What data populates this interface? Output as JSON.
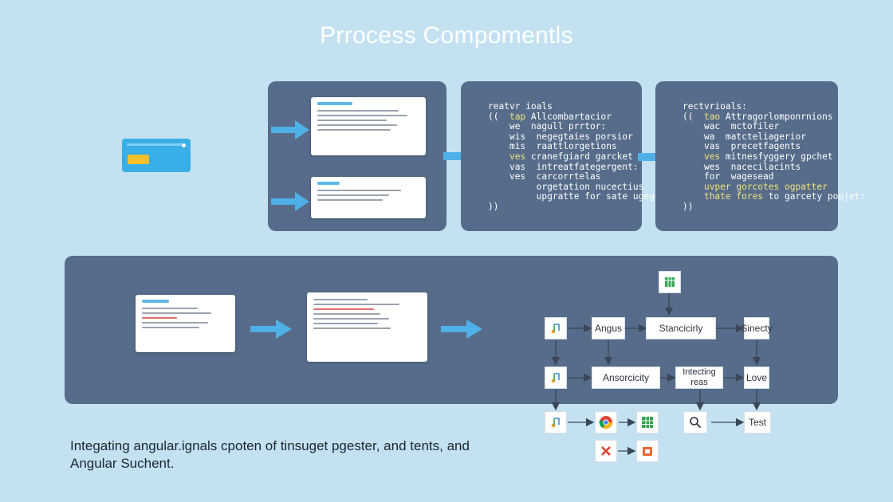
{
  "title": "Prrocess Compomentls",
  "code_panel_1": {
    "lines": [
      {
        "text": "reatvr ioals"
      },
      {
        "prefix": "((  ",
        "kw": "tap",
        "rest": " Allcombartacior"
      },
      {
        "prefix": "    ",
        "kw": "",
        "rest": "we  nagull prrtor:"
      },
      {
        "prefix": "    ",
        "kw": "",
        "rest": "wis  negegtaies porsior"
      },
      {
        "prefix": "    ",
        "kw": "",
        "rest": "mis  raattlorgetions"
      },
      {
        "prefix": "    ",
        "kw": "ves",
        "rest": " cranefgiard garcket"
      },
      {
        "prefix": "    ",
        "kw": "",
        "rest": "vas  intreatfategergent:"
      },
      {
        "prefix": "    ",
        "kw": "",
        "rest": "ves  carcorrtelas"
      },
      {
        "prefix": "         ",
        "kw": "",
        "rest": "orgetation nucectius"
      },
      {
        "prefix": "         ",
        "kw": "",
        "rest": "upgratte for sate ugegetes"
      },
      {
        "prefix": "))",
        "kw": "",
        "rest": ""
      }
    ]
  },
  "code_panel_2": {
    "lines": [
      {
        "text": "rectvrioals:"
      },
      {
        "prefix": "((  ",
        "kw": "tao",
        "rest": " Attragorlomponrnions"
      },
      {
        "prefix": "    ",
        "kw": "",
        "rest": "wac  mctofiler"
      },
      {
        "prefix": "    ",
        "kw": "",
        "rest": "wa  matcteliagerior"
      },
      {
        "prefix": "    ",
        "kw": "",
        "rest": "vas  precetfagents"
      },
      {
        "prefix": "    ",
        "kw": "ves",
        "rest": " mitnesfyggery gpchet"
      },
      {
        "prefix": "    ",
        "kw": "",
        "rest": "wes  nacecilacints"
      },
      {
        "prefix": "    ",
        "kw": "",
        "rest": "for  wagesead"
      },
      {
        "prefix": "    ",
        "kw": "uvper gorcotes ogpatter",
        "rest": ""
      },
      {
        "prefix": "    ",
        "kw": "thate fores",
        "rest": " to garcety popjet:"
      },
      {
        "prefix": "))",
        "kw": "",
        "rest": ""
      }
    ]
  },
  "flow": {
    "nodes": {
      "angus": "Angus",
      "stancicity": "Stancicirly",
      "sinecty": "Sinecty",
      "ansorcity": "Ansorcicity",
      "intecting": "Intecting\nreas",
      "love": "Love",
      "test": "Test"
    },
    "icons": [
      "cube-icon",
      "music-note-icon",
      "music-note-icon",
      "music-note-icon",
      "chrome-icon",
      "grid-icon",
      "search-icon",
      "close-icon",
      "package-icon"
    ]
  },
  "caption": {
    "line1": "Integating angular.ignals cpoten of tinsuget pgester, and tents, and",
    "line2": "Angular Suchent."
  },
  "colors": {
    "background": "#c3e1f1",
    "panel": "#566c8a",
    "accent": "#4fb0e8",
    "keyword": "#f3e37b"
  }
}
